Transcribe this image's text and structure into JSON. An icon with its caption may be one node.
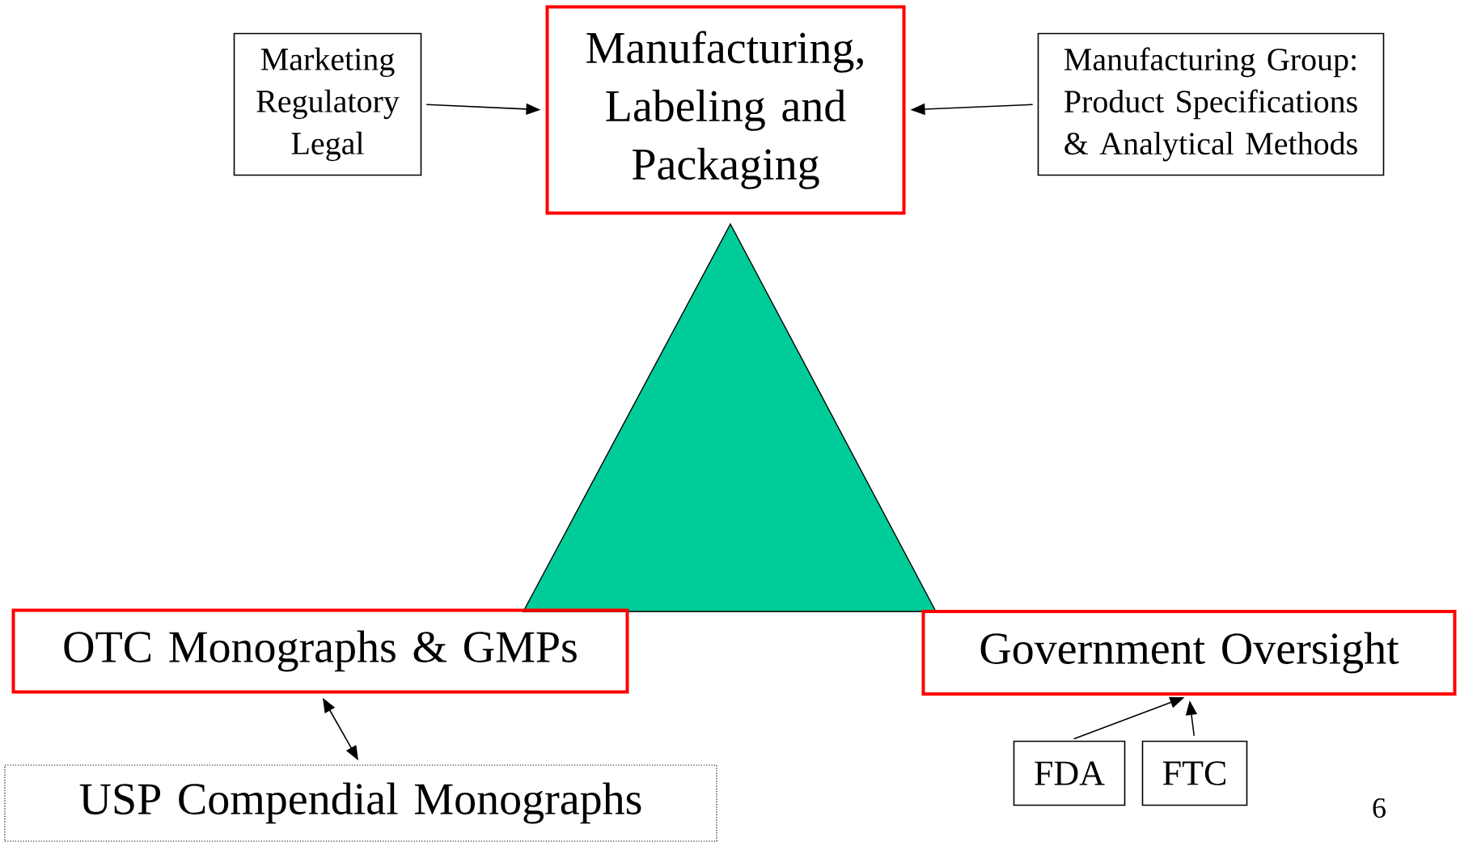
{
  "diagram": {
    "nodes": [
      {
        "text": [
          "Marketing Regulatory Legal"
        ]
      },
      {
        "text": [
          "Manufacturing, Labeling and Packaging"
        ]
      },
      {
        "text": [
          "Manufacturing Group: Product Specifications & Analytical Methods"
        ]
      },
      {
        "text": [
          "OTC Monographs & GMPs"
        ]
      },
      {
        "text": [
          "Government Oversight"
        ]
      },
      {
        "text": [
          "USP Compendial Monographs"
        ]
      },
      {
        "text": [
          "FDA"
        ]
      },
      {
        "text": [
          "FTC"
        ]
      }
    ],
    "edges": [
      {
        "from": 0,
        "to": 1,
        "arrow": "to"
      },
      {
        "from": 2,
        "to": 1,
        "arrow": "to"
      },
      {
        "from": 3,
        "to": 5,
        "arrow": "both"
      },
      {
        "from": 6,
        "to": 4,
        "arrow": "to"
      },
      {
        "from": 7,
        "to": 4,
        "arrow": "to"
      }
    ],
    "labels": [
      "6"
    ]
  }
}
